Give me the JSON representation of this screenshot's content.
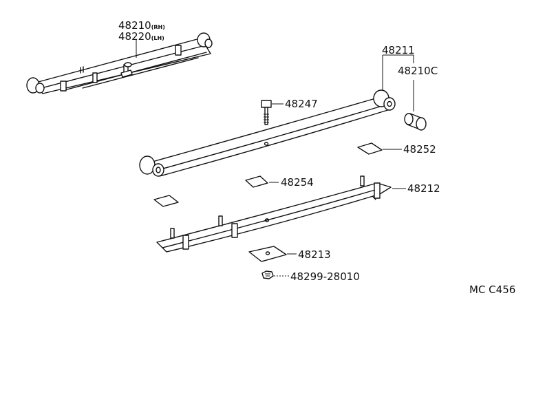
{
  "labels": {
    "p48210": "48210",
    "p48210_suffix": "(RH)",
    "p48220": "48220",
    "p48220_suffix": "(LH)",
    "p48211": "48211",
    "p48210c": "48210C",
    "p48247": "48247",
    "p48252": "48252",
    "p48254": "48254",
    "p48212": "48212",
    "p48213": "48213",
    "p48299": "48299-28010",
    "catalog_code": "MC C456"
  }
}
